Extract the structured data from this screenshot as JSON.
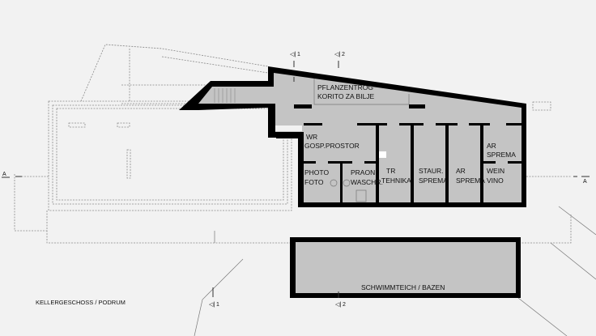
{
  "title": "KELLERGESCHOSS / PODRUM",
  "section_marks": {
    "one": "1",
    "two": "2",
    "a": "A"
  },
  "rooms": {
    "planter": [
      "PFLANZENTROG",
      "KORITO ZA BILJE"
    ],
    "utility": [
      "WR",
      "GOSP.PROSTOR"
    ],
    "photo": [
      "PHOTO",
      "FOTO"
    ],
    "laundry": [
      "PRAON.",
      "WASCHR."
    ],
    "technical": [
      "TR",
      "TEHNIKA"
    ],
    "storage_staur": [
      "STAUR.",
      "SPREMA"
    ],
    "storage_ar1": [
      "AR",
      "SPREMA"
    ],
    "storage_ar2": [
      "AR",
      "SPREMA"
    ],
    "wine": [
      "WEIN",
      "VINO"
    ]
  },
  "pool": "SCHWIMMTEICH / BAZEN",
  "colors": {
    "wall": "#000000",
    "floor": "#c4c4c4",
    "background": "#f2f2f2"
  }
}
